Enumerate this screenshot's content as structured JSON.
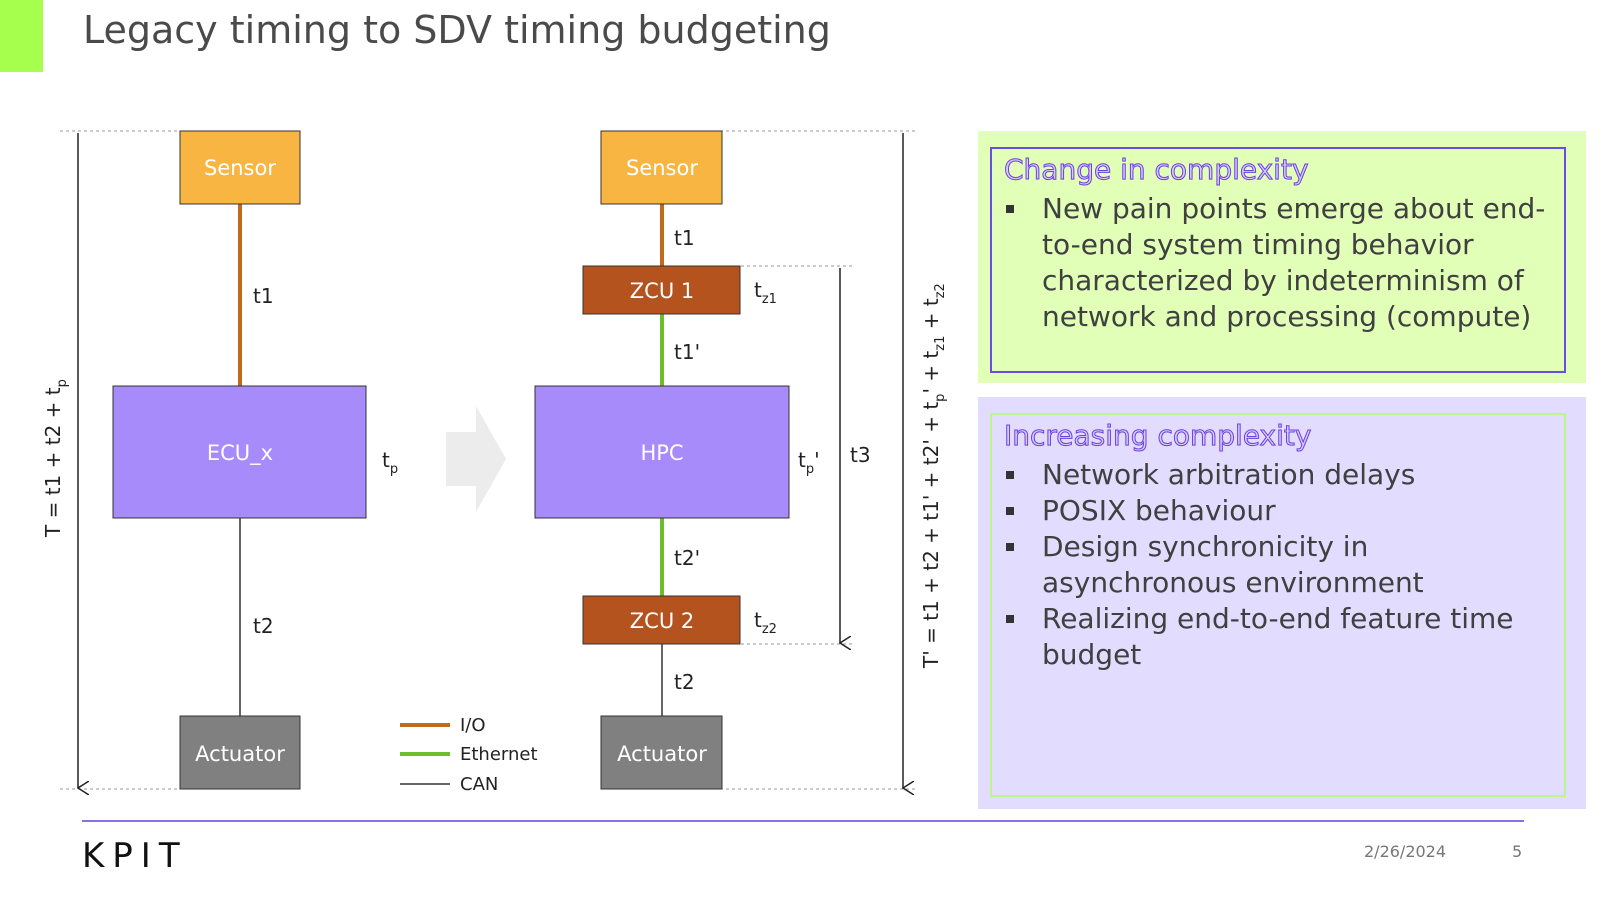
{
  "title": "Legacy timing to SDV timing budgeting",
  "legacy": {
    "sensor": "Sensor",
    "ecu": "ECU_x",
    "actuator": "Actuator",
    "t1": "t1",
    "t2": "t2",
    "tp": "t",
    "tp_sub": "p",
    "total": "T = t1 + t2 + t",
    "total_sub": "p"
  },
  "sdv": {
    "sensor": "Sensor",
    "zcu1": "ZCU 1",
    "hpc": "HPC",
    "zcu2": "ZCU 2",
    "actuator": "Actuator",
    "t1": "t1",
    "t1p": "t1'",
    "t2p": "t2'",
    "t2": "t2",
    "tz1": "t",
    "tz1_sub": "z1",
    "tz2": "t",
    "tz2_sub": "z2",
    "tp": "t",
    "tp_sub": "p",
    "tp_suffix": "'",
    "t3": "t3",
    "total_a": "T' = t1 + t2 + t1' + t2' + t",
    "total_sub1": "p",
    "total_b": "' + t",
    "total_sub2": "z1",
    "total_c": " + t",
    "total_sub3": "z2"
  },
  "legend": {
    "items": [
      {
        "label": "I/O",
        "color": "#c06a1a"
      },
      {
        "label": "Ethernet",
        "color": "#6cbf2a"
      },
      {
        "label": "CAN",
        "color": "#333333"
      }
    ]
  },
  "colors": {
    "sensor": "#f9b542",
    "ecu": "#a78bfa",
    "zcu": "#b5531e",
    "actuator": "#808080",
    "accent": "#a6ff4d"
  },
  "panels": {
    "change": {
      "heading": "Change in complexity",
      "bullets": [
        "New pain points emerge about end-to-end system timing behavior characterized by indeterminism of network and processing (compute)"
      ]
    },
    "increasing": {
      "heading": "Increasing complexity",
      "bullets": [
        "Network arbitration delays",
        "POSIX behaviour",
        "Design synchronicity in asynchronous environment",
        "Realizing end-to-end feature time budget"
      ]
    }
  },
  "footer": {
    "logo": "KPIT",
    "date": "2/26/2024",
    "page": "5"
  }
}
